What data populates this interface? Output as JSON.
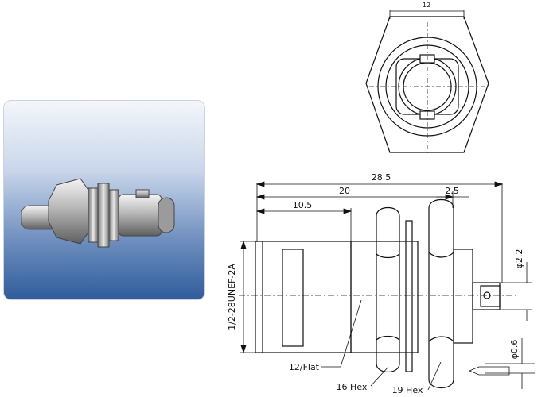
{
  "photo": {
    "name": "BNC bulkhead connector photo"
  },
  "drawing": {
    "top_view": {
      "width_label": "12"
    },
    "side_view": {
      "overall_label": "28.5",
      "len_20_label": "20",
      "len_10_5_label": "10.5",
      "len_2_5_label": "2.5",
      "thread_label": "1/2-28UNEF-2A",
      "dia_2_2_label": "φ2.2",
      "dia_0_6_label": "φ0.6",
      "flat_label": "12/Flat",
      "hex16_label": "16 Hex",
      "hex19_label": "19 Hex"
    }
  }
}
